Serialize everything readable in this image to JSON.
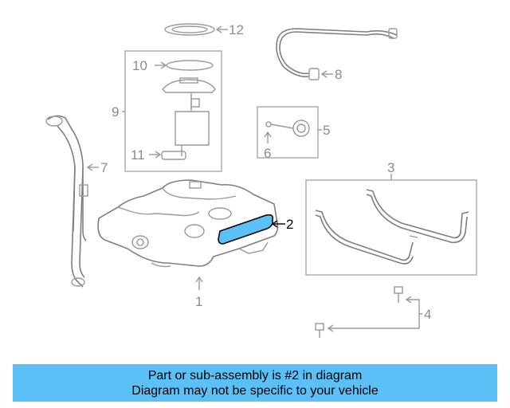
{
  "diagram": {
    "callouts": [
      {
        "id": "c1",
        "label": "1"
      },
      {
        "id": "c2",
        "label": "2"
      },
      {
        "id": "c3",
        "label": "3"
      },
      {
        "id": "c4",
        "label": "4"
      },
      {
        "id": "c5",
        "label": "5"
      },
      {
        "id": "c6",
        "label": "6"
      },
      {
        "id": "c7",
        "label": "7"
      },
      {
        "id": "c8",
        "label": "8"
      },
      {
        "id": "c9",
        "label": "9"
      },
      {
        "id": "c10",
        "label": "10"
      },
      {
        "id": "c11",
        "label": "11"
      },
      {
        "id": "c12",
        "label": "12"
      }
    ],
    "highlight": {
      "part": "2",
      "color": "#5bc0f5"
    }
  },
  "banner": {
    "line1": "Part or sub-assembly is #2 in diagram",
    "line2": "Diagram may not be specific to your vehicle",
    "background": "#5bc0f5"
  }
}
